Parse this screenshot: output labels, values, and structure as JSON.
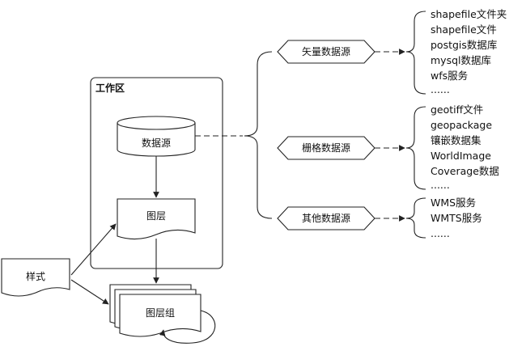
{
  "workspace": {
    "title": "工作区"
  },
  "datasource": {
    "label": "数据源"
  },
  "layer": {
    "label": "图层"
  },
  "layer_group": {
    "label": "图层组"
  },
  "style": {
    "label": "样式"
  },
  "categories": [
    {
      "label": "矢量数据源",
      "items": [
        "shapefile文件夹",
        "shapefile文件",
        "postgis数据库",
        "mysql数据库",
        "wfs服务",
        "......"
      ]
    },
    {
      "label": "栅格数据源",
      "items": [
        "geotiff文件",
        "geopackage",
        "镶嵌数据集",
        "WorldImage",
        "Coverage数据",
        "......"
      ]
    },
    {
      "label": "其他数据源",
      "items": [
        "WMS服务",
        "WMTS服务",
        "......"
      ]
    }
  ],
  "colors": {
    "line": "#222222",
    "fill": "#ffffff",
    "text": "#111111"
  }
}
